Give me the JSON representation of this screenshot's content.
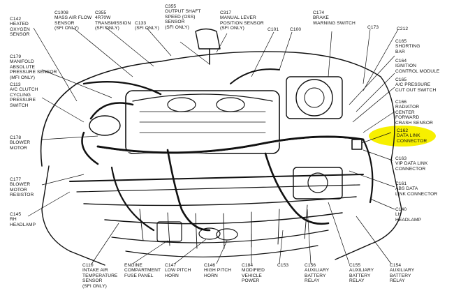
{
  "diagram": {
    "highlight_color": "#f7f000",
    "labels": {
      "c142": "C142\nHEATED\nOXYGEN\nSENSOR",
      "c1008": "C1008\nMASS AIR FLOW\nSENSOR\n(SFI ONLY)",
      "c355a": "C355\n4R70W\nTRANSMISSION\n(SFI ONLY)",
      "c133": "C133\n(SFI ONLY)",
      "c355b": "C355\nOUTPUT SHAFT\nSPEED (OSS)\nSENSOR\n(SFI ONLY)",
      "c317": "C317\nMANUAL LEVER\nPOSITION SENSOR\n(SFI ONLY)",
      "c101": "C101",
      "c100": "C100",
      "c174": "C174\nBRAKE\nWARNING SWITCH",
      "c173": "C173",
      "c212": "C212",
      "c179": "C179\nMANIFOLD\nABSOLUTE\nPRESSURE SENSOR\n(MFI ONLY)",
      "c165": "C165\nSHORTING\nBAR",
      "c164": "C164\nIGNITION\nCONTROL MODULE",
      "c113": "C113\nA/C CLUTCH\nCYCLING\nPRESSURE\nSWITCH",
      "c165b": "C165\nA/C PRESSURE\nCUT OUT SWITCH",
      "c166": "C166\nRADIATOR\nCENTER\nFORWARD\nCRASH SENSOR",
      "c178": "C178\nBLOWER\nMOTOR",
      "c162": "C162\nDATA LINK\nCONNECTOR",
      "c163": "C163\nVIP DATA LINK\nCONNECTOR",
      "c177": "C177\nBLOWER\nMOTOR\nRESISTOR",
      "c161": "C161\nABS DATA\nLINK CONNECTOR",
      "c145": "C145\nRH\nHEADLAMP",
      "c140": "C140\nLH\nHEADLAMP",
      "c110": "C110\nINTAKE AIR\nTEMPERATURE\nSENSOR\n(SFI ONLY)",
      "engine_fuse": "ENGINE\nCOMPARTMENT\nFUSE PANEL",
      "c147": "C147\nLOW PITCH\nHORN",
      "c146": "C146\nHIGH PITCH\nHORN",
      "c184": "C184\nMODIFIED\nVEHICLE\nPOWER",
      "c153": "C153",
      "c156": "C156\nAUXILIARY\nBATTERY\nRELAY",
      "c155": "C155\nAUXILIARY\nBATTERY\nRELAY",
      "c154": "C154\nAUXILIARY\nBATTERY\nRELAY"
    }
  }
}
